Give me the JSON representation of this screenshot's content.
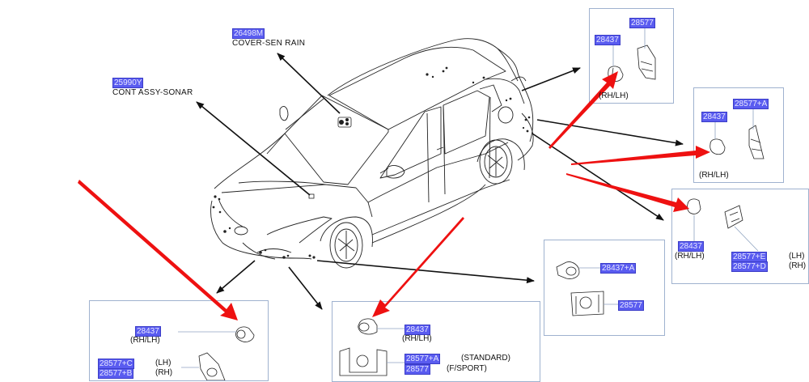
{
  "callouts": {
    "rain_cover": {
      "part_no": "26498M",
      "name": "COVER-SEN   RAIN"
    },
    "sonar_control": {
      "part_no": "25990Y",
      "name": "CONT   ASSY-SONAR"
    }
  },
  "boxes": {
    "rear_upper": {
      "sensor_part": "28437",
      "bracket_part": "28577",
      "side_note": "(RH/LH)"
    },
    "rear_corner": {
      "sensor_part": "28437",
      "bracket_part": "28577+A",
      "side_note": "(RH/LH)"
    },
    "rear_lower": {
      "sensor_part": "28437",
      "side_note": "(RH/LH)",
      "brackets": [
        {
          "part": "28577+E",
          "side": "(LH)"
        },
        {
          "part": "28577+D",
          "side": "(RH)"
        }
      ]
    },
    "front_side": {
      "sensor_part": "28437+A",
      "bracket_part": "28577"
    },
    "front_center": {
      "sensor_part": "28437",
      "side_note": "(RH/LH)",
      "brackets": [
        {
          "part": "28577+A",
          "variant": "(STANDARD)"
        },
        {
          "part": "28577",
          "variant": "(F/SPORT)"
        }
      ]
    },
    "front_corner": {
      "sensor_part": "28437",
      "side_note": "(RH/LH)",
      "brackets": [
        {
          "part": "28577+C",
          "side": "(LH)"
        },
        {
          "part": "28577+B",
          "side": "(RH)"
        }
      ]
    }
  },
  "colors": {
    "highlight": "#5a5cf0",
    "box_border": "#9fb2cf",
    "annotation_arrow": "#ee1111",
    "leader_line": "#111111"
  }
}
